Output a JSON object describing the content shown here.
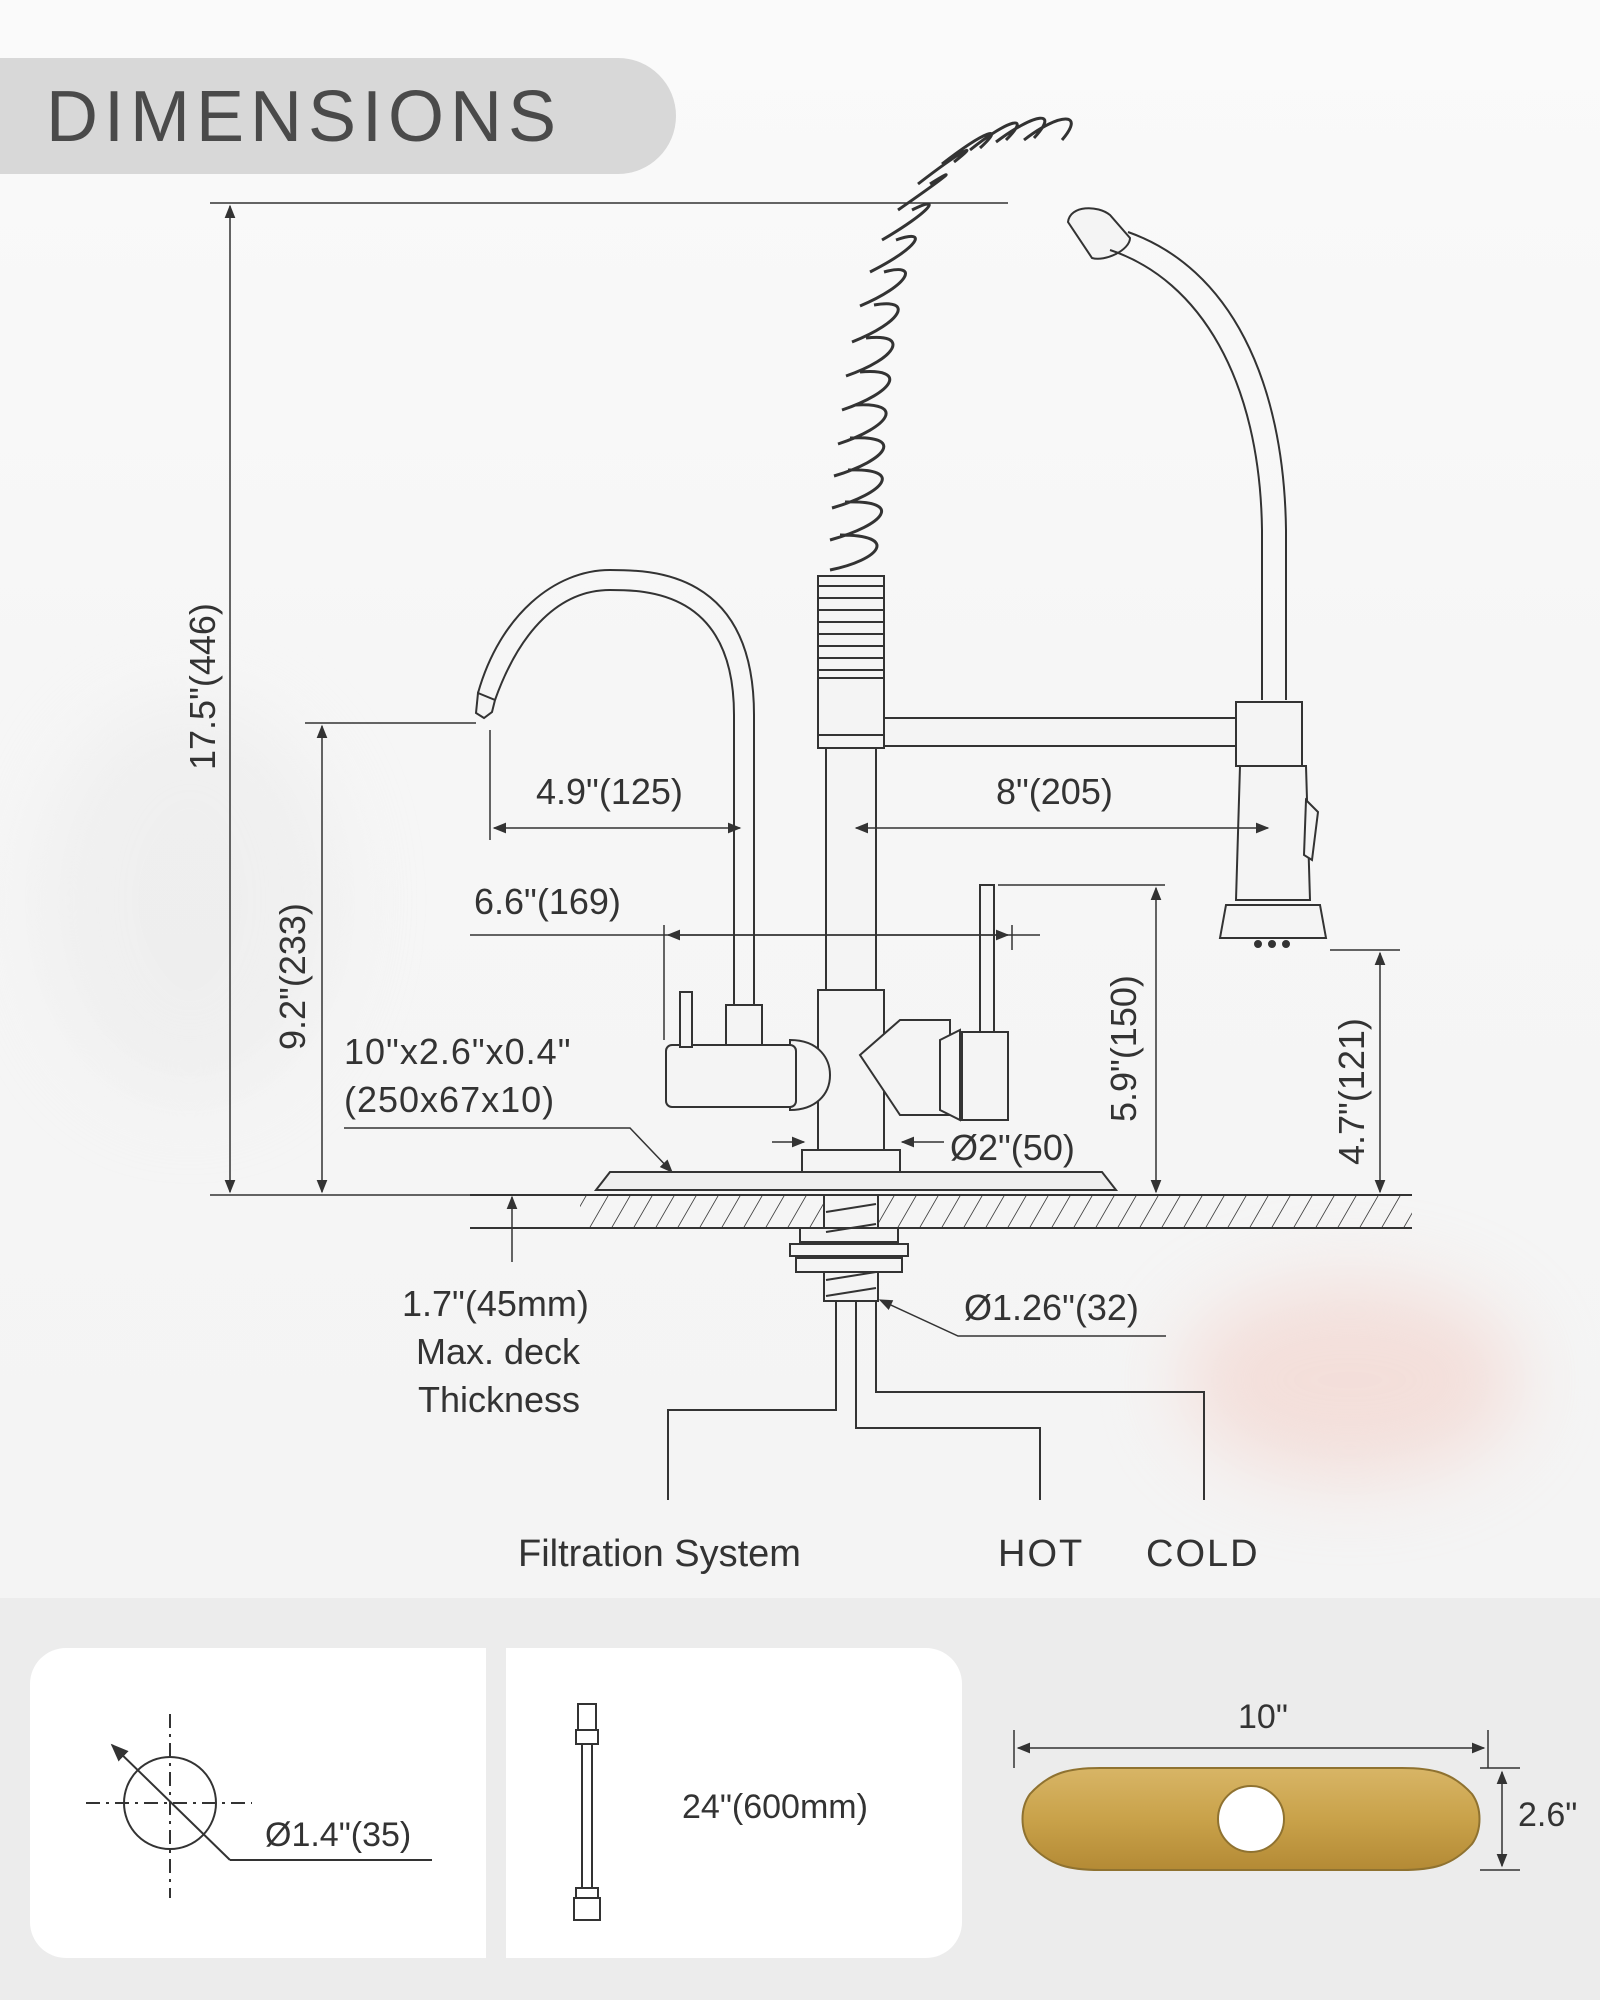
{
  "title": "DIMENSIONS",
  "dimensions": {
    "total_height": "17.5\"(446)",
    "spout_height": "9.2\"(233)",
    "filter_reach": "4.9\"(125)",
    "spray_reach": "8\"(205)",
    "handle_span": "6.6\"(169)",
    "plate_size_line1": "10\"x2.6\"x0.4\"",
    "plate_size_line2": "(250x67x10)",
    "base_diameter": "Ø2\"(50)",
    "handle_height": "5.9\"(150)",
    "sprayer_height": "4.7\"(121)",
    "deck_thickness_line1": "1.7\"(45mm)",
    "deck_thickness_line2": "Max. deck",
    "deck_thickness_line3": "Thickness",
    "shank_diameter": "Ø1.26\"(32)"
  },
  "connections": {
    "filtration": "Filtration System",
    "hot": "HOT",
    "cold": "COLD"
  },
  "bottom": {
    "hole_diameter": "Ø1.4\"(35)",
    "hose_length": "24\"(600mm)",
    "plate_width": "10\"",
    "plate_height": "2.6\"",
    "plate_color": "#c9a24a"
  }
}
